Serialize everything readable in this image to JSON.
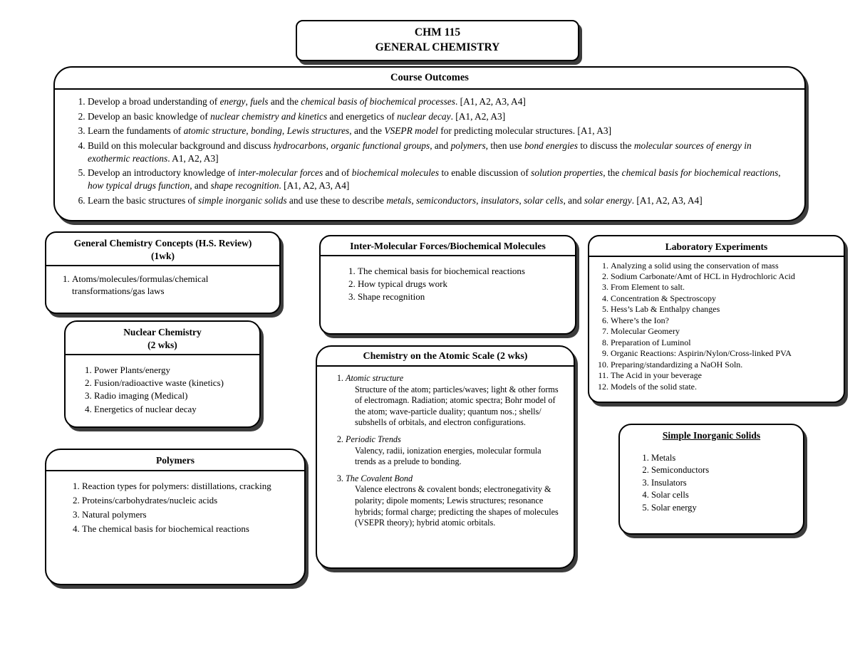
{
  "page_title": {
    "line1": "CHM 115",
    "line2": "GENERAL CHEMISTRY"
  },
  "course_outcomes": {
    "title": "Course Outcomes",
    "items_html": [
      "Develop a broad understanding of <i>energy</i>, <i>fuels</i> and the <i>chemical basis of biochemical processes</i>.  [A1, A2, A3, A4]",
      "Develop an basic knowledge of <i>nuclear chemistry and kinetics</i> and energetics of <i>nuclear decay</i>.  [A1, A2, A3]",
      "Learn the fundaments of <i>atomic structure</i>, <i>bonding</i>, <i>Lewis structures</i>, and the <i>VSEPR model</i> for predicting molecular structures.  [A1, A3]",
      "Build on this molecular background and discuss <i>hydrocarbons</i>, <i>organic functional groups</i>, and <i>polymers</i>, then use <i>bond energies</i> to discuss the <i>molecular sources of energy in exothermic reactions</i>.   A1, A2, A3]",
      "Develop an introductory knowledge of <i>inter-molecular forces</i> and of <i>biochemical molecules</i> to enable discussion of <i>solution properties</i>, the <i>chemical basis for biochemical reactions</i>, <i>how typical drugs function</i>, and <i>shape recognition</i>.  [A1, A2, A3, A4]",
      "Learn the basic structures of <i>simple inorganic solids</i> and use these to describe <i>metals</i>, <i>semiconductors</i>, <i>insulators</i>, <i>solar cells</i>, and <i>solar energy</i>. [A1, A2, A3, A4]"
    ]
  },
  "hs_review": {
    "title": "General Chemistry Concepts (H.S. Review)",
    "subtitle": "(1wk)",
    "items": [
      "Atoms/molecules/formulas/chemical transformations/gas laws"
    ]
  },
  "nuclear": {
    "title": "Nuclear Chemistry",
    "subtitle": "(2 wks)",
    "items": [
      "Power Plants/energy",
      "Fusion/radioactive waste (kinetics)",
      "Radio imaging (Medical)",
      "Energetics of nuclear decay"
    ]
  },
  "polymers": {
    "title": "Polymers",
    "items": [
      "Reaction types for polymers: distillations, cracking",
      "Proteins/carbohydrates/nucleic acids",
      "Natural polymers",
      "The chemical basis for biochemical reactions"
    ]
  },
  "imf": {
    "title": "Inter-Molecular Forces/Biochemical Molecules",
    "items": [
      "The chemical basis for biochemical reactions",
      "How typical drugs work",
      "Shape recognition"
    ]
  },
  "atomic_scale": {
    "title": "Chemistry on the Atomic Scale (2 wks)",
    "items": [
      {
        "head": "Atomic structure",
        "body": "Structure of the atom; particles/waves; light & other forms of electromagn. Radiation; atomic spectra; Bohr model of the atom; wave-particle duality; quantum  nos.; shells/ subshells of orbitals, and electron configurations."
      },
      {
        "head": "Periodic Trends",
        "body": "Valency, radii, ionization energies, molecular formula trends as a prelude to bonding."
      },
      {
        "head": "The Covalent Bond",
        "body": "Valence electrons & covalent bonds; electronegativity & polarity; dipole moments; Lewis structures; resonance hybrids; formal charge; predicting the shapes of molecules (VSEPR theory); hybrid atomic orbitals."
      }
    ]
  },
  "lab": {
    "title": "Laboratory Experiments",
    "items": [
      "Analyzing a solid using the conservation of mass",
      "Sodium Carbonate/Amt of HCL in Hydrochloric Acid",
      "From Element to salt.",
      "Concentration & Spectroscopy",
      "Hess’s Lab & Enthalpy changes",
      "Where’s the Ion?",
      "Molecular Geomery",
      "Preparation of Luminol",
      "Organic Reactions: Aspirin/Nylon/Cross-linked PVA",
      "Preparing/standardizing a NaOH Soln.",
      "The Acid in your beverage",
      "Models of the solid state."
    ]
  },
  "solids": {
    "title": "Simple Inorganic Solids",
    "items": [
      "Metals",
      "Semiconductors",
      "Insulators",
      "Solar cells",
      "Solar energy"
    ]
  }
}
